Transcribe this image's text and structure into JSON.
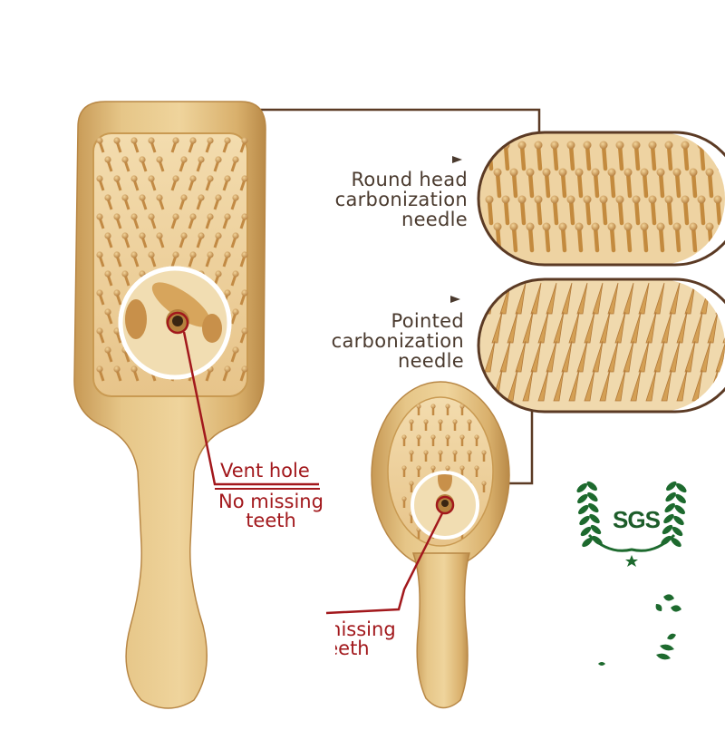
{
  "labels": {
    "round_head": [
      "Round head",
      "carbonization",
      "needle"
    ],
    "pointed": [
      "Pointed",
      "carbonization",
      "needle"
    ],
    "vent_hole": "Vent hole",
    "no_missing_teeth": [
      "No missing",
      "teeth"
    ],
    "no_missing_teeth_small": [
      "missing",
      "teeth"
    ]
  },
  "badge": {
    "text": "SGS"
  },
  "colors": {
    "leader_line": "#5b3a24",
    "red_accent": "#a2181c",
    "bamboo_light": "#e8c98a",
    "bamboo_dark": "#c99a52",
    "badge_green": "#1d5d2a"
  },
  "icons": [
    "arrow-right-icon",
    "laurel-wreath-icon",
    "star-icon",
    "leaf-icon"
  ]
}
